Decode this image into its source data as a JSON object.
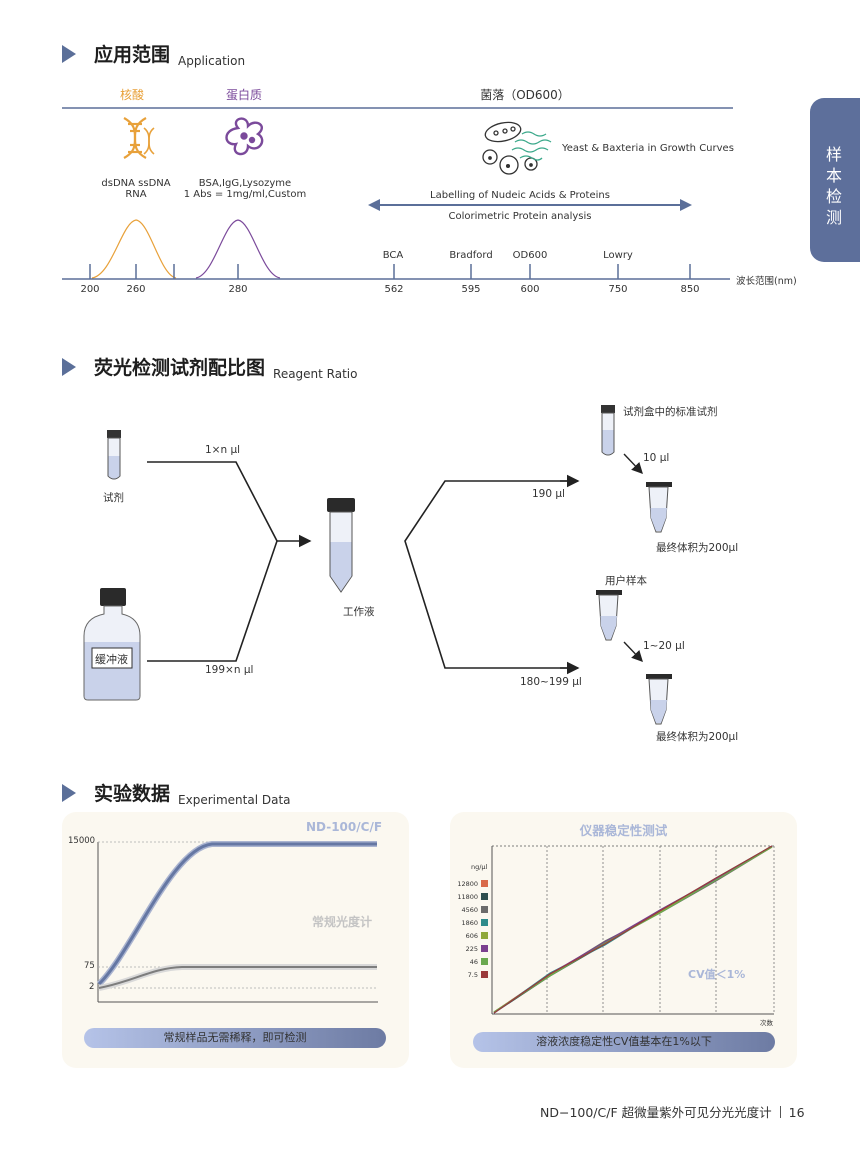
{
  "sidebar_tab": {
    "text": "样本检测"
  },
  "section1": {
    "title_cn": "应用范围",
    "title_en": "Application",
    "cat_nucleic": "核酸",
    "cat_protein": "蛋白质",
    "cat_colony": "菌落（OD600）",
    "nucleic_line1": "dsDNA ssDNA",
    "nucleic_line2": "RNA",
    "protein_line1": "BSA,IgG,Lysozyme",
    "protein_line2": "1 Abs = 1mg/ml,Custom",
    "yeast_label": "Yeast & Baxteria in Growth Curves",
    "labelling": "Labelling of Nudeic Acids & Proteins",
    "colorimetric": "Colorimetric Protein analysis",
    "axis_label": "波长范围(nm)",
    "top_markers": [
      "BCA",
      "Bradford",
      "OD600",
      "Lowry"
    ],
    "ticks": [
      "200",
      "260",
      "280",
      "562",
      "595",
      "600",
      "750",
      "850"
    ],
    "colors": {
      "nucleic": "#e8a13a",
      "protein": "#7b4a9b",
      "axis": "#5b6f99"
    }
  },
  "section2": {
    "title_cn": "荧光检测试剂配比图",
    "title_en": "Reagent Ratio",
    "reagent": "试剂",
    "buffer": "缓冲液",
    "working": "工作液",
    "vol_reagent": "1×n µl",
    "vol_buffer": "199×n µl",
    "std_kit": "试剂盒中的标准试剂",
    "vol_std": "10 µl",
    "vol_190": "190 µl",
    "final1": "最终体积为200µl",
    "user_sample": "用户样本",
    "vol_user": "1~20 µl",
    "vol_180": "180~199 µl",
    "final2": "最终体积为200µl"
  },
  "section3": {
    "title_cn": "实验数据",
    "title_en": "Experimental Data",
    "left": {
      "legend_top": "ND-100/C/F",
      "legend_mid": "常规光度计",
      "y_ticks": [
        "15000",
        "75",
        "2"
      ],
      "pill": "常规样品无需稀释，即可检测"
    },
    "right": {
      "title": "仪器稳定性测试",
      "unit": "ng/µl",
      "legend": [
        {
          "label": "12800",
          "color": "#d9694a"
        },
        {
          "label": "11800",
          "color": "#2f4f4f"
        },
        {
          "label": "4560",
          "color": "#6b6b6b"
        },
        {
          "label": "1860",
          "color": "#2e8b8b"
        },
        {
          "label": "606",
          "color": "#8fa83a"
        },
        {
          "label": "225",
          "color": "#7b3f8f"
        },
        {
          "label": "46",
          "color": "#6aa84f"
        },
        {
          "label": "7.5",
          "color": "#9b3a3a"
        }
      ],
      "cv": "CV值＜1%",
      "x_label": "次数",
      "pill": "溶液浓度稳定性CV值基本在1%以下"
    }
  },
  "footer": {
    "product": "ND−100/C/F 超微量紫外可见分光光度计",
    "page": "16"
  }
}
